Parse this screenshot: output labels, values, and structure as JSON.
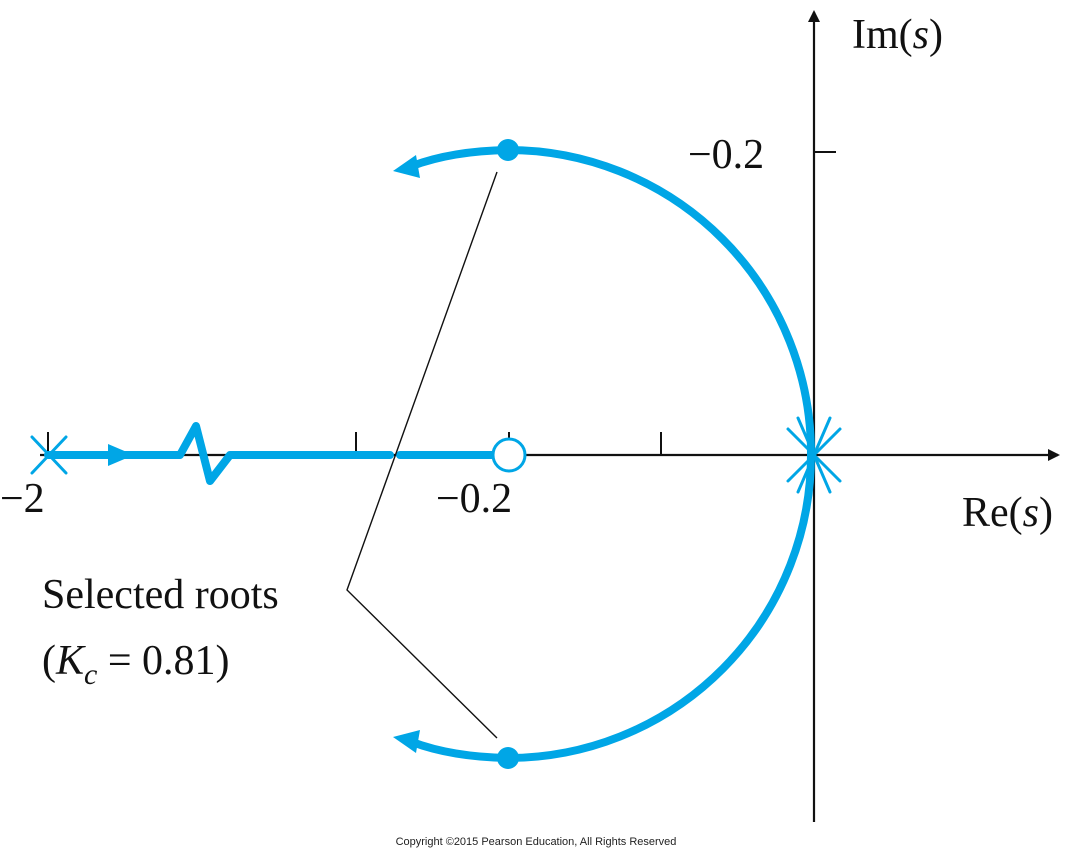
{
  "axes": {
    "real_label_prefix": "Re(",
    "imag_label_prefix": "Im(",
    "variable": "s",
    "closing_paren": ")"
  },
  "tick_labels": {
    "imag_tick": "−0.2",
    "real_tick_neg2": "−2",
    "real_tick_neg02": "−0.2"
  },
  "annotation": {
    "line1": "Selected roots",
    "open_paren": "(",
    "gain_symbol": "K",
    "gain_subscript": "c",
    "equals_value": " = 0.81)"
  },
  "footer": {
    "copyright": "Copyright ©2015 Pearson Education, All Rights Reserved"
  },
  "colors": {
    "locus": "#00a6e6",
    "axes": "#111111"
  }
}
